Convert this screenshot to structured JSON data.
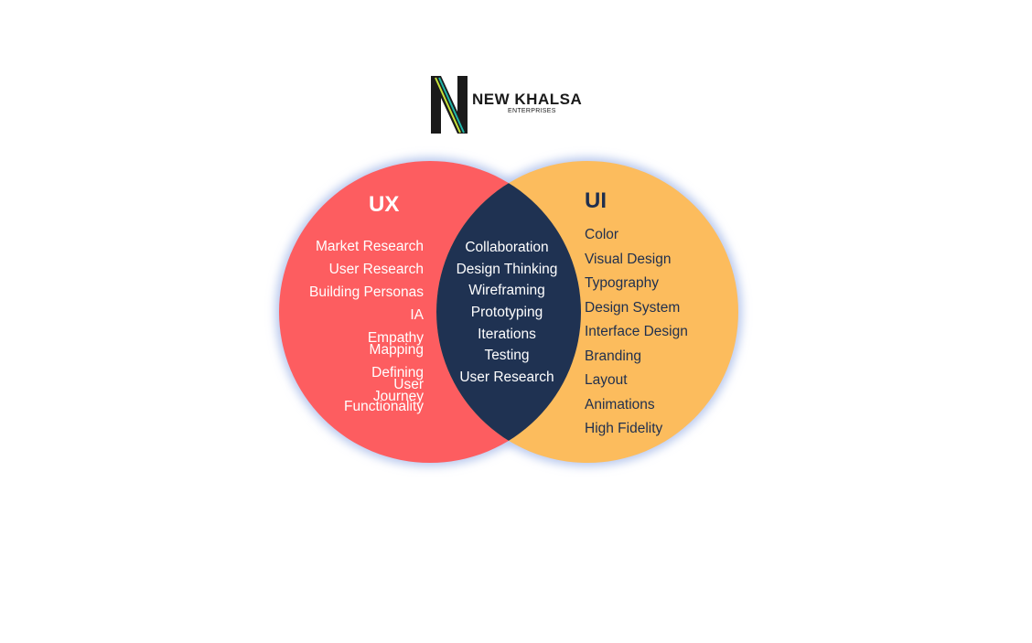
{
  "logo": {
    "title": "NEW KHALSA",
    "subtitle": "ENTERPRISES"
  },
  "colors": {
    "ux": "#fd5d60",
    "ui": "#fcbc5d",
    "overlap": "#1f3252",
    "glow": "#b9c9ee"
  },
  "ux": {
    "heading": "UX",
    "items": [
      "Market Research",
      "User Research",
      "Building Personas",
      "IA",
      "Empathy\nMapping",
      "Defining\nUser Journey",
      "Functionality"
    ]
  },
  "overlap": {
    "items": [
      "Collaboration",
      "Design Thinking",
      "Wireframing",
      "Prototyping",
      "Iterations",
      "Testing",
      "User Research"
    ]
  },
  "ui": {
    "heading": "UI",
    "items": [
      "Color",
      "Visual Design",
      "Typography",
      "Design System",
      "Interface Design",
      "Branding",
      "Layout",
      "Animations",
      "High Fidelity"
    ]
  }
}
